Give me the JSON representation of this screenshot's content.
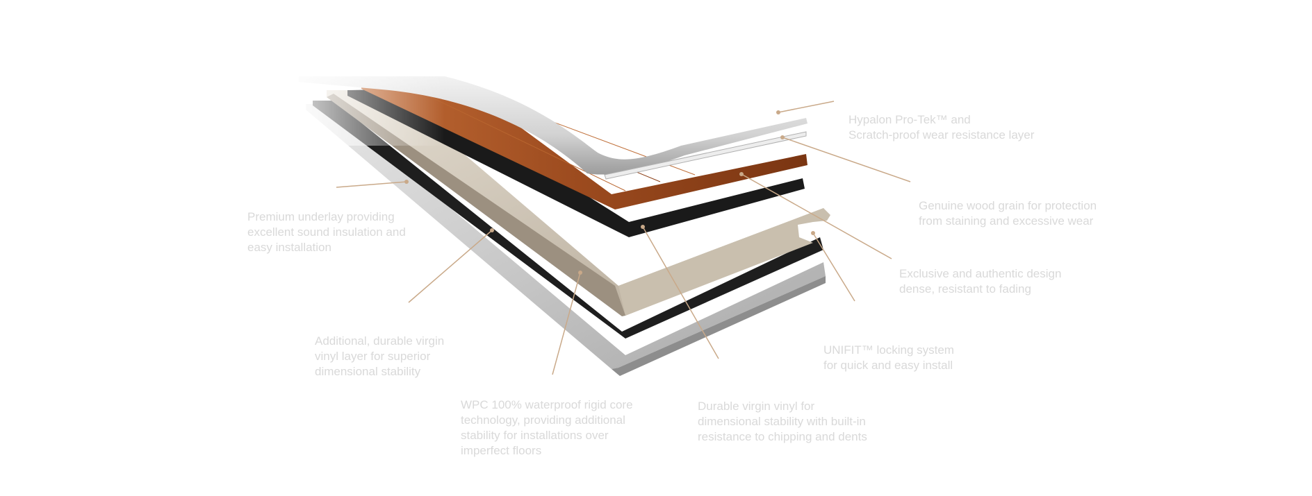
{
  "colors": {
    "background": "#ffffff",
    "leader_line": "#c9a989",
    "callout_text": "#d9d9d9",
    "wood": "#a14f22",
    "core": "#ab9e8c",
    "black_layer": "#1c1c1c",
    "underlay": "#b9b9b9",
    "clear_layer": "#c9c9c9"
  },
  "callouts": {
    "wear_layer": [
      "Hypalon Pro-Tek™ and",
      "Scratch-proof wear resistance layer"
    ],
    "wood_grain": [
      "Genuine wood grain for protection",
      "from staining and excessive wear"
    ],
    "underlay": [
      "Premium underlay providing",
      "excellent sound insulation and",
      "easy installation"
    ],
    "black_layer": [
      "Exclusive and authentic design",
      "dense, resistant to fading"
    ],
    "balance_layer": [
      "Additional, durable virgin",
      "vinyl layer for superior",
      "dimensional stability"
    ],
    "locking": [
      "UNIFIT™ locking system",
      "for quick and easy install"
    ],
    "wpc_core": [
      "WPC 100% waterproof rigid core",
      "technology, providing additional",
      "stability for installations over",
      "imperfect floors"
    ],
    "virgin_vinyl": [
      "Durable virgin vinyl for",
      "dimensional stability with built-in",
      "resistance to chipping and dents"
    ]
  }
}
